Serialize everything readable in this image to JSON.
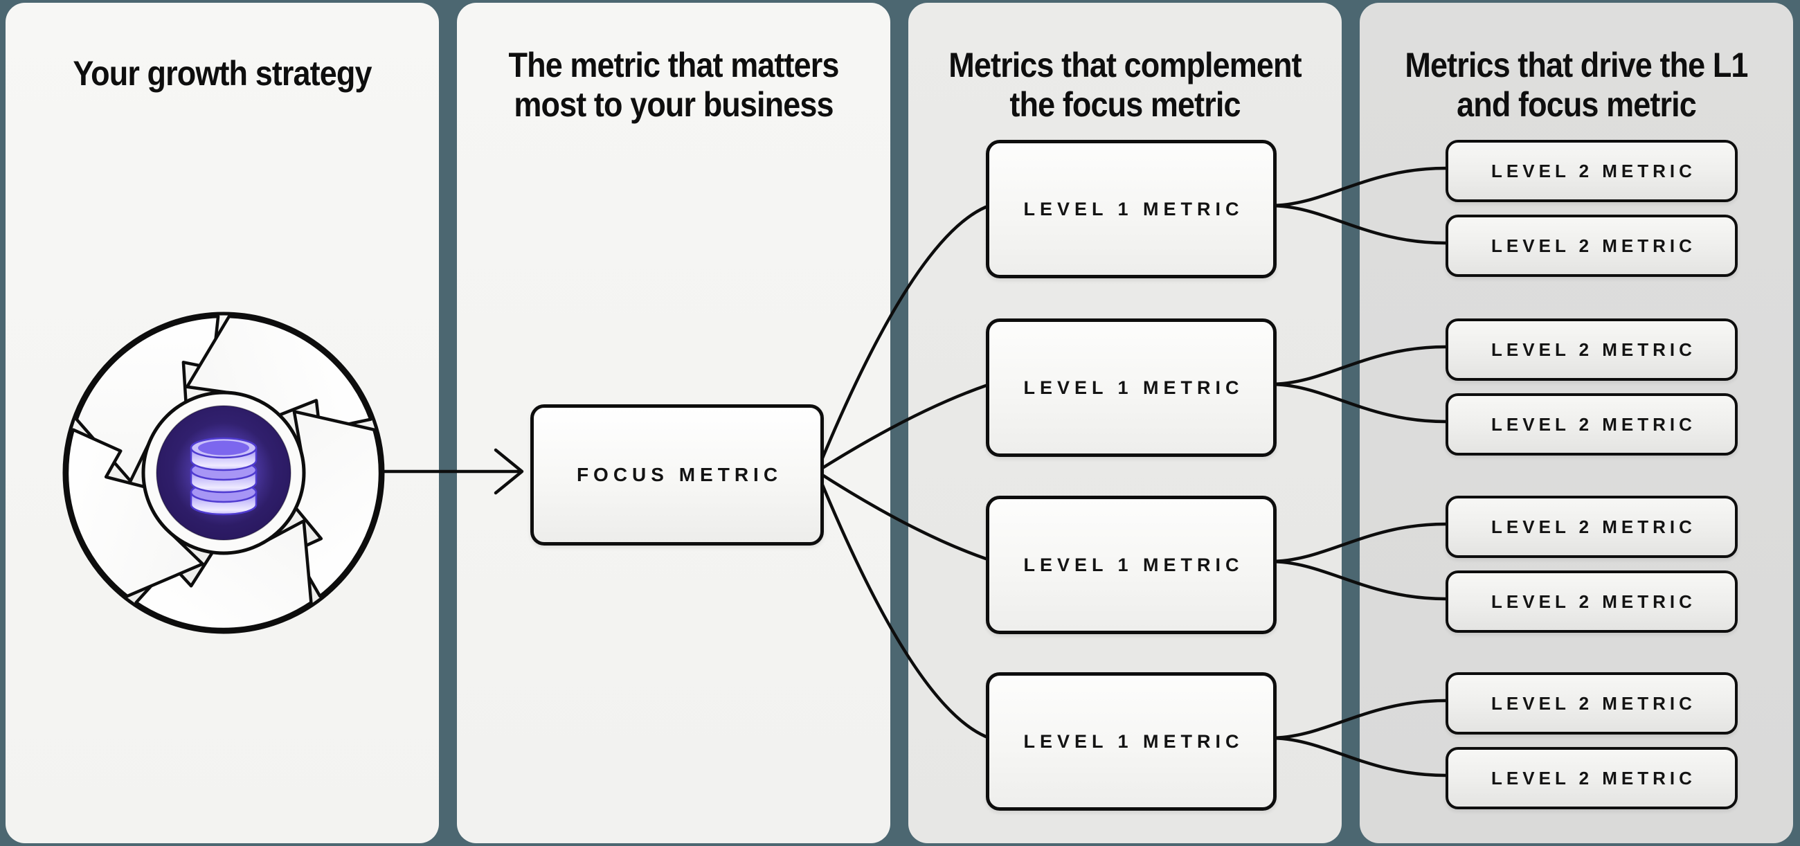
{
  "colors": {
    "page_background": "#4c6771",
    "panel_light": "#f5f5f3",
    "panel_mid": "#e9e9e7",
    "panel_dark": "#dcdddc",
    "outline_black": "#0d0d0d",
    "disc_indigo": "#31206e",
    "database_lavender": "#a796f5"
  },
  "panel_growth": {
    "title": "Your growth strategy"
  },
  "panel_focus": {
    "title_line1": "The metric that matters",
    "title_line2": "most to your business",
    "box_label": "FOCUS METRIC"
  },
  "panel_level1": {
    "title_line1": "Metrics that complement",
    "title_line2": "the focus metric",
    "boxes": [
      "LEVEL 1 METRIC",
      "LEVEL 1 METRIC",
      "LEVEL 1 METRIC",
      "LEVEL 1 METRIC"
    ]
  },
  "panel_level2": {
    "title_line1": "Metrics that drive the L1",
    "title_line2": "and focus metric",
    "boxes": [
      "LEVEL 2 METRIC",
      "LEVEL 2 METRIC",
      "LEVEL 2 METRIC",
      "LEVEL 2 METRIC",
      "LEVEL 2 METRIC",
      "LEVEL 2 METRIC",
      "LEVEL 2 METRIC",
      "LEVEL 2 METRIC"
    ]
  },
  "icons": {
    "growth_icon": "shutter-database-icon"
  }
}
